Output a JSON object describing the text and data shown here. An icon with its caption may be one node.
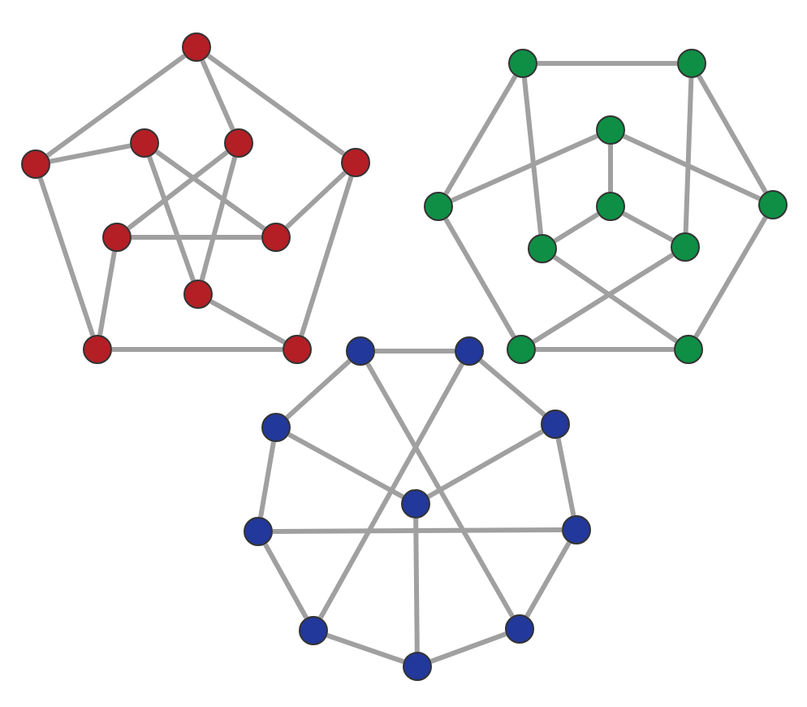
{
  "diagram": {
    "nodes": [
      {
        "text": [],
        "shape": "circle"
      },
      {
        "text": [],
        "shape": "circle"
      },
      {
        "text": [],
        "shape": "circle"
      },
      {
        "text": [],
        "shape": "circle"
      },
      {
        "text": [],
        "shape": "circle"
      },
      {
        "text": [],
        "shape": "circle"
      },
      {
        "text": [],
        "shape": "circle"
      },
      {
        "text": [],
        "shape": "circle"
      },
      {
        "text": [],
        "shape": "circle"
      },
      {
        "text": [],
        "shape": "circle"
      },
      {
        "text": [],
        "shape": "circle"
      },
      {
        "text": [],
        "shape": "circle"
      },
      {
        "text": [],
        "shape": "circle"
      },
      {
        "text": [],
        "shape": "circle"
      },
      {
        "text": [],
        "shape": "circle"
      },
      {
        "text": [],
        "shape": "circle"
      },
      {
        "text": [],
        "shape": "circle"
      },
      {
        "text": [],
        "shape": "circle"
      },
      {
        "text": [],
        "shape": "circle"
      },
      {
        "text": [],
        "shape": "circle"
      },
      {
        "text": [],
        "shape": "circle"
      },
      {
        "text": [],
        "shape": "circle"
      },
      {
        "text": [],
        "shape": "circle"
      },
      {
        "text": [],
        "shape": "circle"
      },
      {
        "text": [],
        "shape": "circle"
      },
      {
        "text": [],
        "shape": "circle"
      },
      {
        "text": [],
        "shape": "circle"
      },
      {
        "text": [],
        "shape": "circle"
      },
      {
        "text": [],
        "shape": "circle"
      },
      {
        "text": [],
        "shape": "circle"
      }
    ],
    "edges": [
      {
        "from": 0,
        "to": 1,
        "arrow": "none"
      },
      {
        "from": 0,
        "to": 3,
        "arrow": "none"
      },
      {
        "from": 0,
        "to": 4,
        "arrow": "none"
      },
      {
        "from": 1,
        "to": 2,
        "arrow": "none"
      },
      {
        "from": 1,
        "to": 8,
        "arrow": "none"
      },
      {
        "from": 2,
        "to": 6,
        "arrow": "none"
      },
      {
        "from": 2,
        "to": 7,
        "arrow": "none"
      },
      {
        "from": 3,
        "to": 5,
        "arrow": "none"
      },
      {
        "from": 3,
        "to": 7,
        "arrow": "none"
      },
      {
        "from": 4,
        "to": 6,
        "arrow": "none"
      },
      {
        "from": 4,
        "to": 9,
        "arrow": "none"
      },
      {
        "from": 5,
        "to": 6,
        "arrow": "none"
      },
      {
        "from": 5,
        "to": 8,
        "arrow": "none"
      },
      {
        "from": 7,
        "to": 9,
        "arrow": "none"
      },
      {
        "from": 8,
        "to": 9,
        "arrow": "none"
      },
      {
        "from": 10,
        "to": 11,
        "arrow": "none"
      },
      {
        "from": 10,
        "to": 13,
        "arrow": "none"
      },
      {
        "from": 10,
        "to": 16,
        "arrow": "none"
      },
      {
        "from": 11,
        "to": 15,
        "arrow": "none"
      },
      {
        "from": 11,
        "to": 17,
        "arrow": "none"
      },
      {
        "from": 12,
        "to": 13,
        "arrow": "none"
      },
      {
        "from": 12,
        "to": 14,
        "arrow": "none"
      },
      {
        "from": 12,
        "to": 15,
        "arrow": "none"
      },
      {
        "from": 13,
        "to": 18,
        "arrow": "none"
      },
      {
        "from": 14,
        "to": 16,
        "arrow": "none"
      },
      {
        "from": 14,
        "to": 17,
        "arrow": "none"
      },
      {
        "from": 15,
        "to": 19,
        "arrow": "none"
      },
      {
        "from": 16,
        "to": 19,
        "arrow": "none"
      },
      {
        "from": 17,
        "to": 18,
        "arrow": "none"
      },
      {
        "from": 18,
        "to": 19,
        "arrow": "none"
      },
      {
        "from": 20,
        "to": 21,
        "arrow": "none"
      },
      {
        "from": 20,
        "to": 22,
        "arrow": "none"
      },
      {
        "from": 20,
        "to": 28,
        "arrow": "none"
      },
      {
        "from": 21,
        "to": 27,
        "arrow": "none"
      },
      {
        "from": 21,
        "to": 23,
        "arrow": "none"
      },
      {
        "from": 22,
        "to": 24,
        "arrow": "none"
      },
      {
        "from": 22,
        "to": 25,
        "arrow": "none"
      },
      {
        "from": 23,
        "to": 24,
        "arrow": "none"
      },
      {
        "from": 23,
        "to": 26,
        "arrow": "none"
      },
      {
        "from": 24,
        "to": 29,
        "arrow": "none"
      },
      {
        "from": 25,
        "to": 26,
        "arrow": "none"
      },
      {
        "from": 25,
        "to": 27,
        "arrow": "none"
      },
      {
        "from": 26,
        "to": 28,
        "arrow": "none"
      },
      {
        "from": 27,
        "to": 29,
        "arrow": "none"
      },
      {
        "from": 28,
        "to": 29,
        "arrow": "none"
      }
    ]
  }
}
